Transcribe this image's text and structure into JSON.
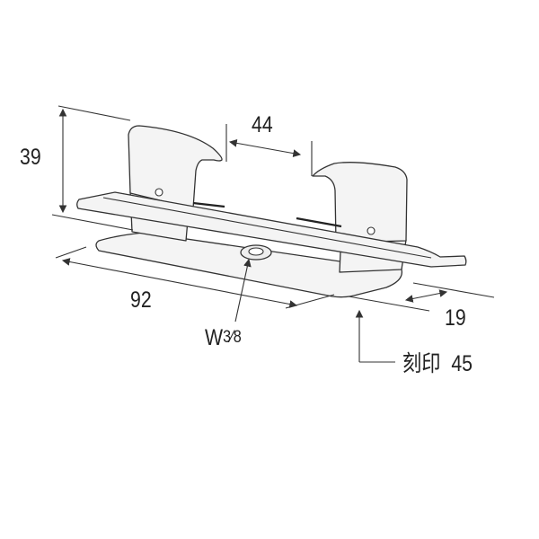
{
  "dimensions": {
    "height": "39",
    "gap": "44",
    "length": "92",
    "width": "19"
  },
  "thread": {
    "main": "W",
    "fraction": "3⁄8"
  },
  "stamp": {
    "label": "刻印",
    "value": "45"
  }
}
